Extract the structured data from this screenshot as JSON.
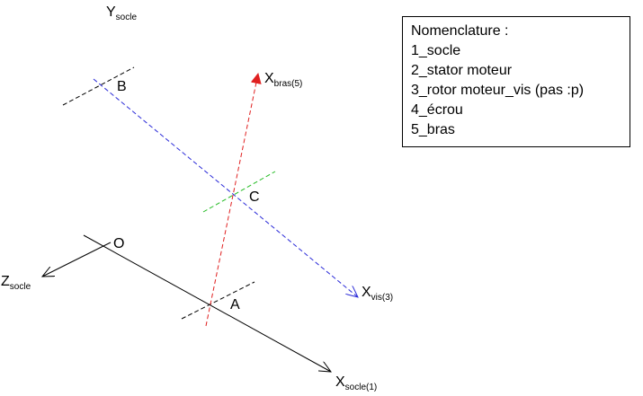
{
  "colors": {
    "socle_axis": "#000000",
    "vis_axis": "#2a2ad8",
    "bras_axis": "#e02020",
    "perp_c": "#22bb22"
  },
  "labels": {
    "y_socle": {
      "main": "Y",
      "sub": "socle"
    },
    "x_bras": {
      "main": "X",
      "sub": "bras(5)"
    },
    "z_socle": {
      "main": "Z",
      "sub": "socle"
    },
    "x_vis": {
      "main": "X",
      "sub": "vis(3)"
    },
    "x_socle": {
      "main": "X",
      "sub": "socle(1)"
    },
    "point_b": "B",
    "point_c": "C",
    "point_o": "O",
    "point_a": "A"
  },
  "nomenclature": {
    "title": "Nomenclature :",
    "items": [
      "1_socle",
      "2_stator moteur",
      "3_rotor moteur_vis (pas :p)",
      "4_écrou",
      "5_bras"
    ]
  }
}
